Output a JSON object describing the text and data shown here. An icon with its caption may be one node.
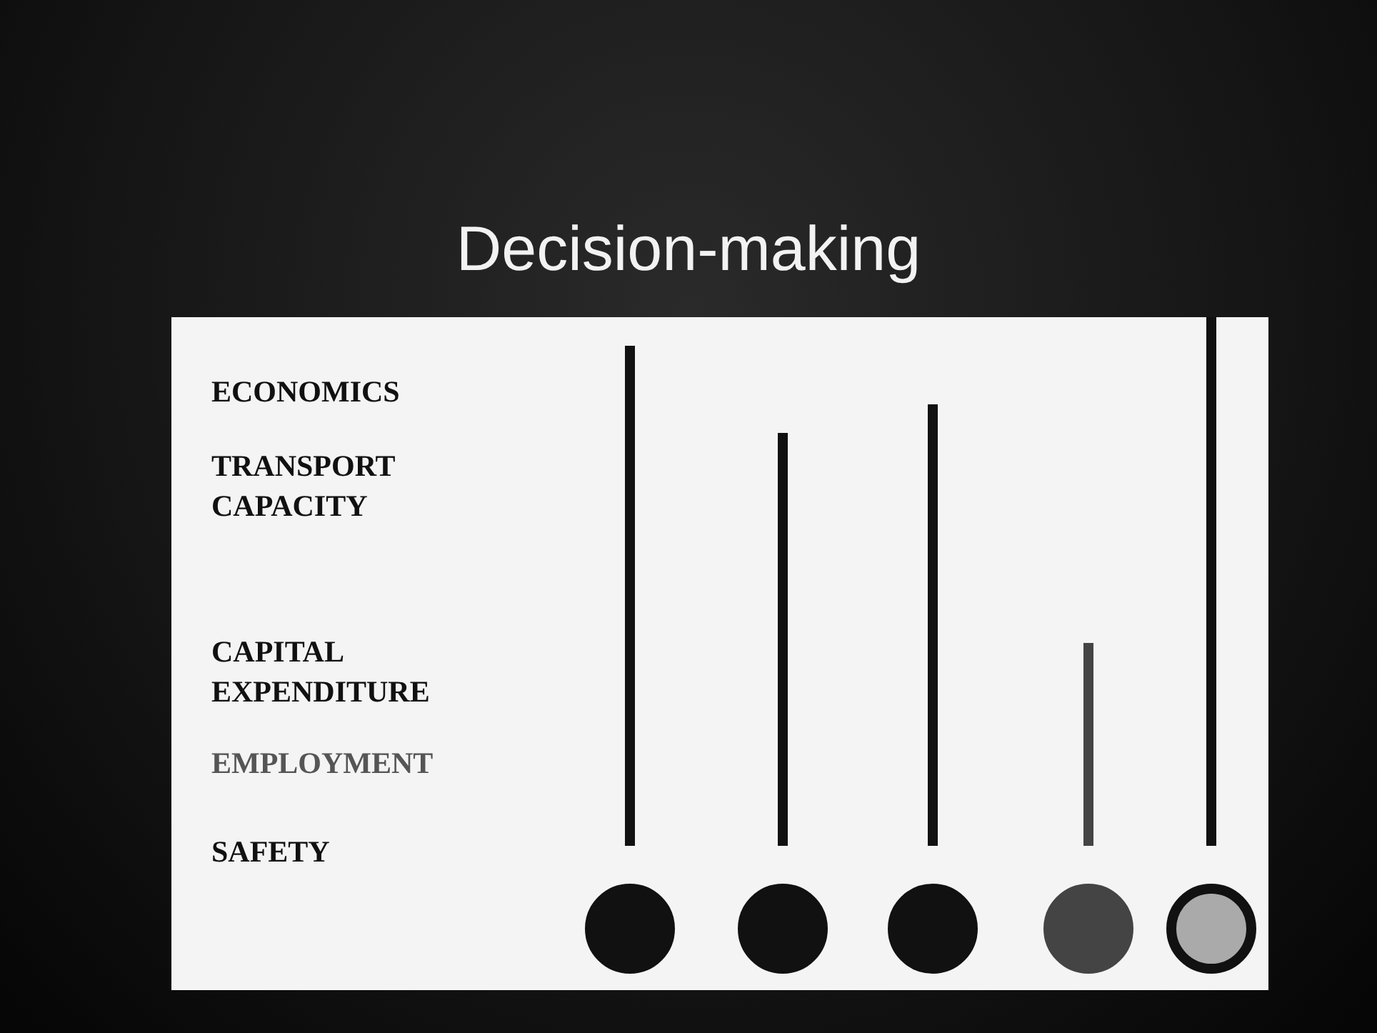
{
  "diagram": {
    "title": "Decision-making",
    "labels": [
      "ECONOMICS",
      "TRANSPORT CAPACITY",
      "CAPITAL EXPENDITURE",
      "EMPLOYMENT",
      "SAFETY"
    ]
  }
}
